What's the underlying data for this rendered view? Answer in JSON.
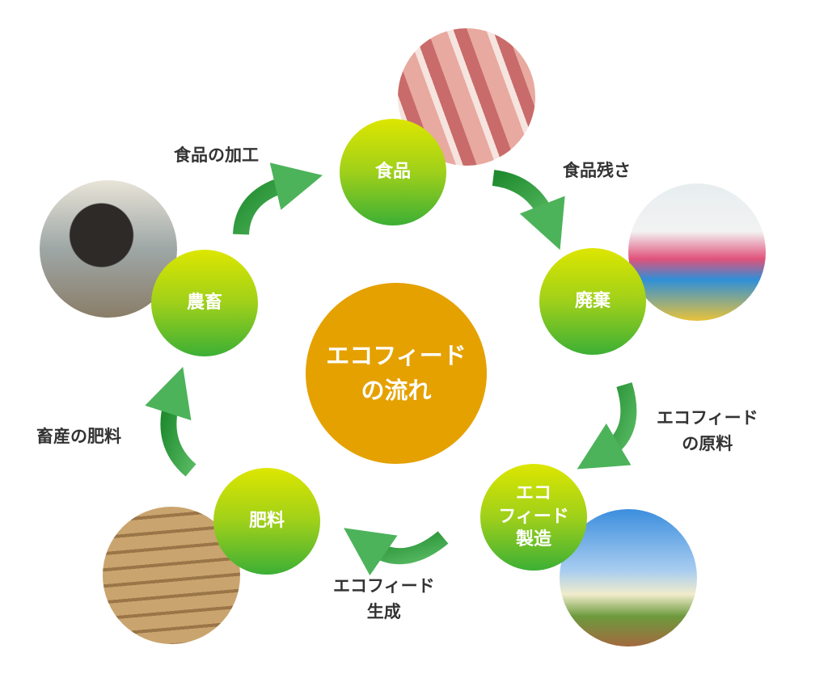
{
  "center": {
    "line1": "エコフィード",
    "line2": "の流れ"
  },
  "nodes": {
    "food": "食品",
    "waste": "廃棄",
    "manufacture": [
      "エコ",
      "フィード",
      "製造"
    ],
    "fertilizer": "肥料",
    "livestock": "農畜"
  },
  "arrows": {
    "processing": "食品の加工",
    "leftovers": "食品残さ",
    "material": [
      "エコフィード",
      "の原料"
    ],
    "generation": [
      "エコフィード",
      "生成"
    ],
    "manure": "畜産の肥料"
  },
  "colors": {
    "center": "#e5a100",
    "node_top": "#dde600",
    "node_bottom": "#3caf35",
    "arrow": "#2e9a3c"
  }
}
